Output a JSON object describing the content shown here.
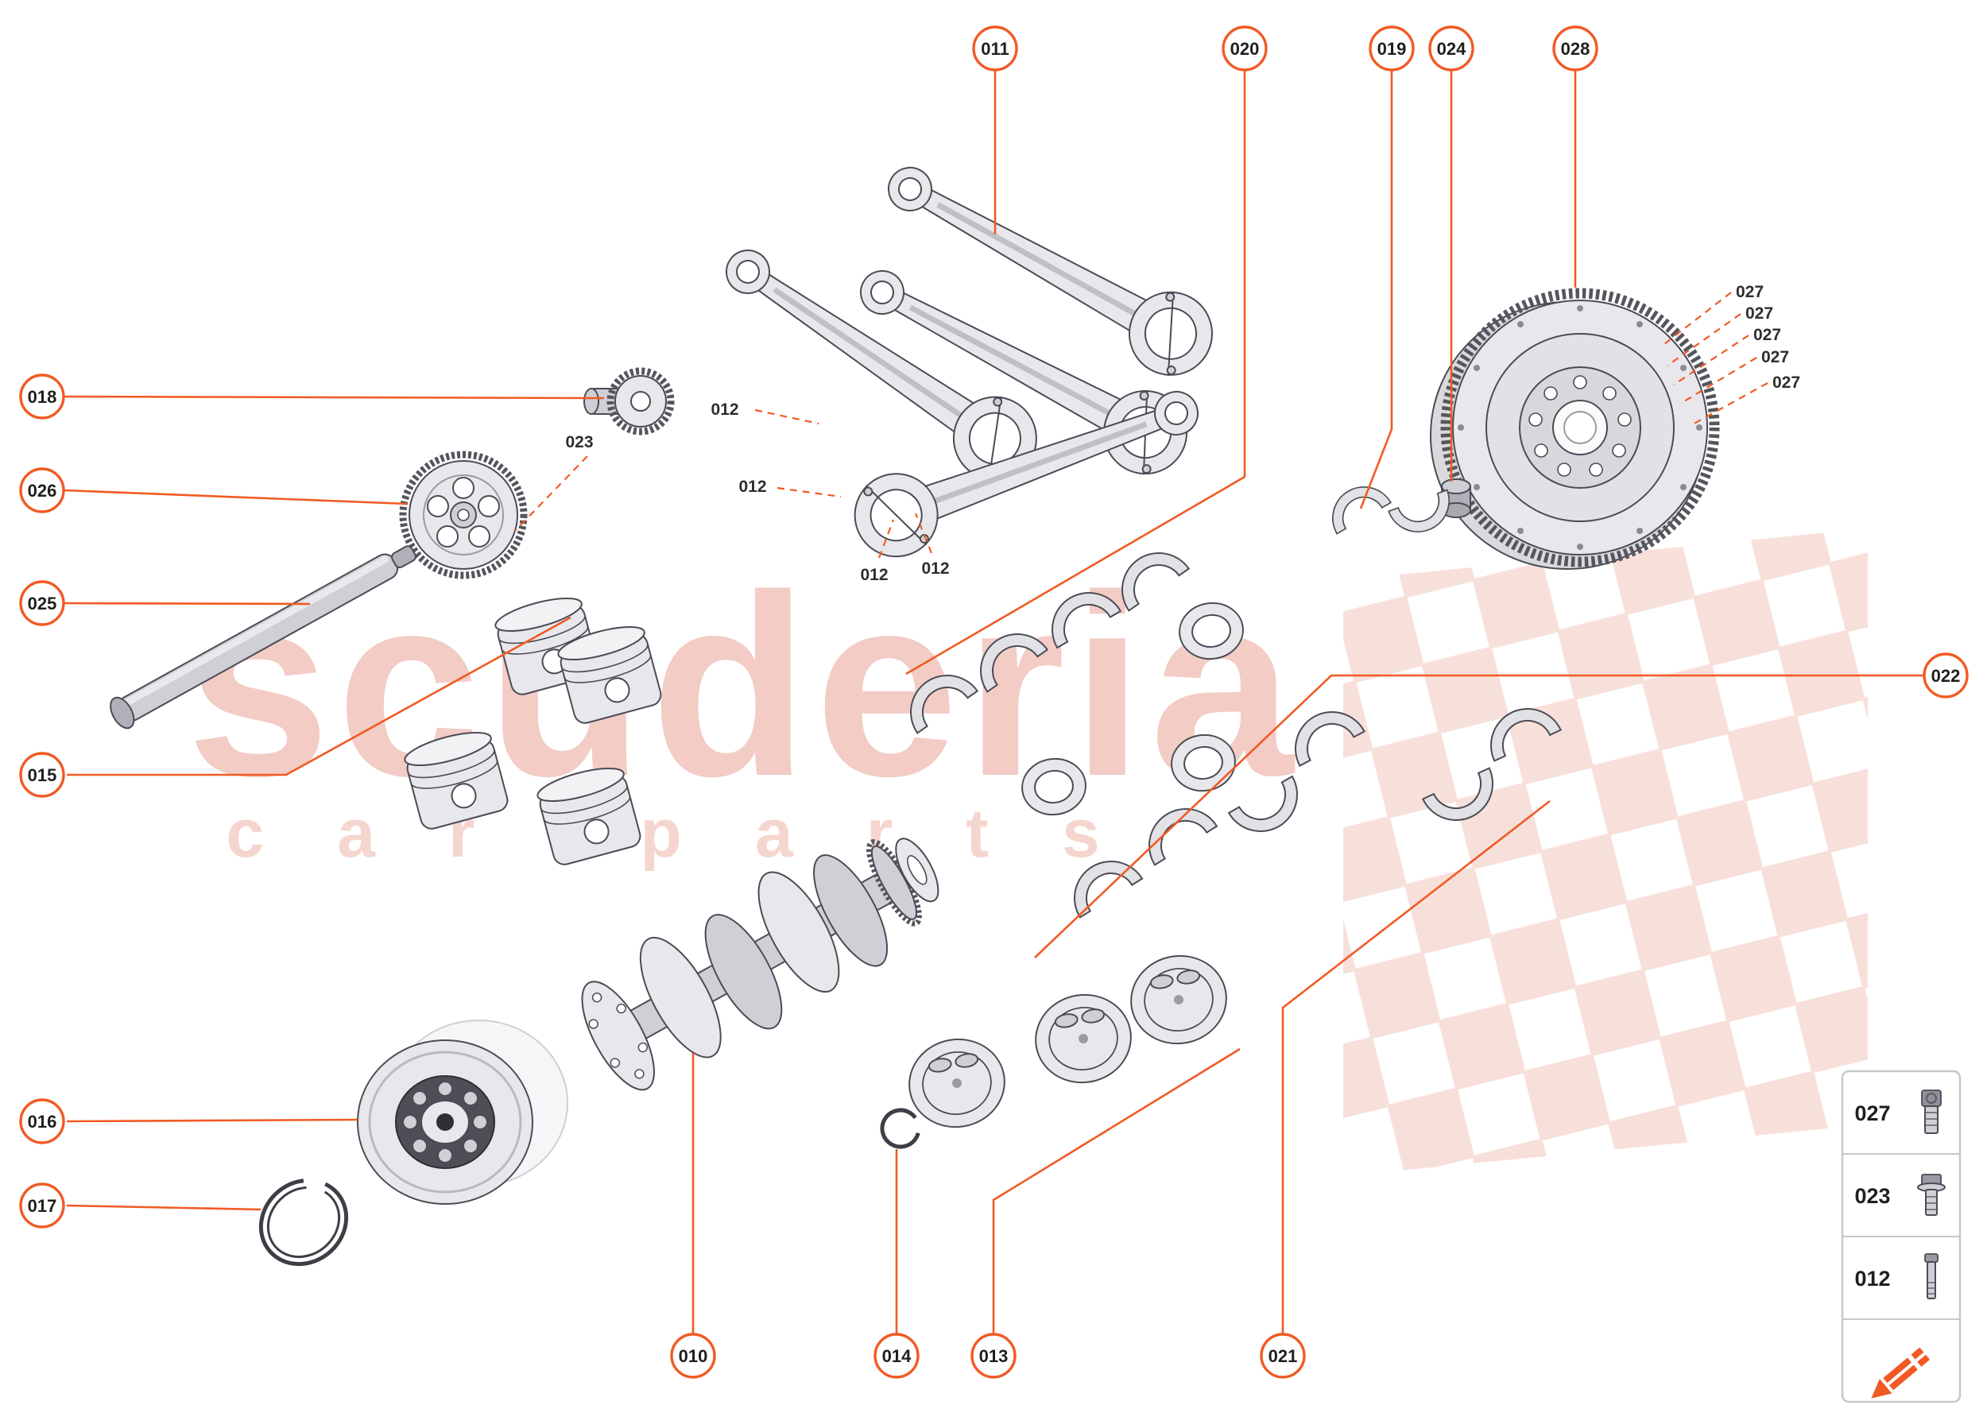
{
  "colors": {
    "accent": "#F15A24",
    "watermark_title": "#F2CCC5",
    "watermark_subtitle": "#F5D6CF",
    "watermark_checker": "#F8E0DA",
    "part_fill": "#E8E8EC",
    "part_stroke": "#4B4B55",
    "label_text": "#1F1F1F"
  },
  "watermark": {
    "title": "scuderia",
    "subtitle": "car parts"
  },
  "callouts": [
    {
      "label": "011"
    },
    {
      "label": "020"
    },
    {
      "label": "019"
    },
    {
      "label": "024"
    },
    {
      "label": "028"
    },
    {
      "label": "018"
    },
    {
      "label": "026"
    },
    {
      "label": "025"
    },
    {
      "label": "015"
    },
    {
      "label": "016"
    },
    {
      "label": "017"
    },
    {
      "label": "022"
    },
    {
      "label": "010"
    },
    {
      "label": "014"
    },
    {
      "label": "013"
    },
    {
      "label": "021"
    }
  ],
  "inline_labels": [
    {
      "label": "023"
    },
    {
      "label": "012"
    },
    {
      "label": "012"
    },
    {
      "label": "012"
    },
    {
      "label": "012"
    },
    {
      "label": "027"
    },
    {
      "label": "027"
    },
    {
      "label": "027"
    },
    {
      "label": "027"
    },
    {
      "label": "027"
    }
  ],
  "legend": {
    "rows": [
      {
        "label": "027",
        "icon": "socket-head-bolt"
      },
      {
        "label": "023",
        "icon": "flange-bolt"
      },
      {
        "label": "012",
        "icon": "connecting-rod-bolt"
      }
    ]
  }
}
